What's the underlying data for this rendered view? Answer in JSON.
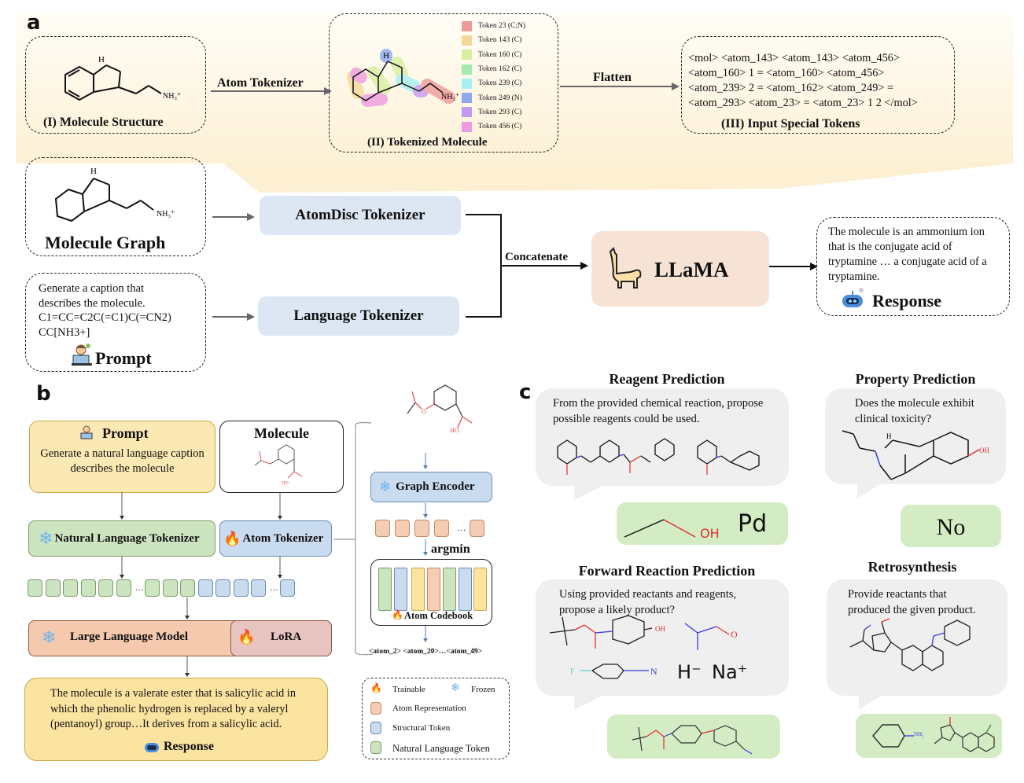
{
  "panels": {
    "a": "a",
    "b": "b",
    "c": "c"
  },
  "panel_a": {
    "molecule_structure_label": "(I) Molecule Structure",
    "atom_tokenizer_arrow_label": "Atom Tokenizer",
    "tokenized_molecule_label": "(II) Tokenized Molecule",
    "flatten_arrow_label": "Flatten",
    "input_special_tokens_label": "(III) Input Special Tokens",
    "nh3_label": "NH₃⁺",
    "nh_label": "H",
    "token_legend": [
      {
        "label": "Token 23 (C;N)",
        "color": "#ef9a9a"
      },
      {
        "label": "Token 143 (C)",
        "color": "#f5d899"
      },
      {
        "label": "Token 160 (C)",
        "color": "#d7f0a0"
      },
      {
        "label": "Token 162 (C)",
        "color": "#a5e8b0"
      },
      {
        "label": "Token 239 (C)",
        "color": "#a6f0f0"
      },
      {
        "label": "Token 249 (N)",
        "color": "#8fa8ee"
      },
      {
        "label": "Token 293 (C)",
        "color": "#c39af0"
      },
      {
        "label": "Token 456 (C)",
        "color": "#ee9ae0"
      }
    ],
    "special_tokens_lines": [
      "<mol> <atom_143> <atom_143> <atom_456>",
      "<atom_160> 1 = <atom_160> <atom_456>",
      "<atom_239> 2 = <atom_162> <atom_249> =",
      "<atom_293> <atom_23> = <atom_23> 1 2 </mol>"
    ],
    "molecule_graph_label": "Molecule Graph",
    "atomdisc_tokenizer_label": "AtomDisc Tokenizer",
    "language_tokenizer_label": "Language Tokenizer",
    "concatenate_label": "Concatenate",
    "llama_label": "LLaMA",
    "prompt_text_lines": [
      "Generate a caption that",
      "describes the molecule.",
      "C1=CC=C2C(=C1)C(=CN2)",
      "CC[NH3+]"
    ],
    "prompt_label": "Prompt",
    "response_text_lines": [
      "The molecule is an ammonium ion",
      "that is the conjugate acid of",
      "tryptamine … a conjugate acid of a",
      "tryptamine."
    ],
    "response_label": "Response"
  },
  "panel_b": {
    "prompt_title": "Prompt",
    "prompt_text_lines": [
      "Generate a natural language caption",
      "describes the molecule"
    ],
    "molecule_title": "Molecule",
    "nl_tokenizer_label": "Natural Language Tokenizer",
    "atom_tokenizer_label": "Atom Tokenizer",
    "llm_label": "Large Language Model",
    "lora_label": "LoRA",
    "response_text_lines": [
      "The molecule is a valerate ester that is salicylic acid in",
      "which the phenolic hydrogen is replaced by a valeryl",
      "(pentanoyl) group…It derives from a salicylic acid."
    ],
    "response_label": "Response",
    "graph_encoder_label": "Graph Encoder",
    "argmin_label": "argmin",
    "atom_codebook_label": "Atom Codebook",
    "output_tokens": "<atom_2> <atom_20>…<atom_49>",
    "ellipsis": "…",
    "ho_label": "HO",
    "o_label": "O",
    "legend": {
      "trainable": "Trainable",
      "frozen": "Frozen",
      "atom_representation": "Atom Representation",
      "structural_token": "Structural Token",
      "natural_language_token": "Natural Language Token"
    },
    "colors": {
      "prompt_bg": "#fbe9b4",
      "nl_token": "#cde4c1",
      "structural_token": "#c9dbef",
      "atom_repr": "#f4cdb4",
      "llm_bg": "#f4c9ae",
      "lora_bg": "#e8c4c0",
      "response_bg": "#fbe3a0"
    }
  },
  "panel_c": {
    "reagent": {
      "title": "Reagent Prediction",
      "question_lines": [
        "From the provided chemical reaction, propose",
        "possible reagents could be used."
      ],
      "answer_oh": "OH",
      "answer_pd": "Pd"
    },
    "property": {
      "title": "Property Prediction",
      "question_lines": [
        "Does the molecule exhibit",
        "clinical toxicity?"
      ],
      "answer": "No",
      "oh_label": "OH",
      "h_label": "H"
    },
    "forward": {
      "title": "Forward Reaction Prediction",
      "question_lines": [
        "Using provided reactants and reagents,",
        "propose a likely product?"
      ],
      "hydride": "H⁻",
      "sodium": "Na⁺",
      "oh_label": "OH",
      "f_label": "F",
      "n_label": "N",
      "o_label": "O"
    },
    "retro": {
      "title": "Retrosynthesis",
      "question_lines": [
        "Provide reactants that",
        "produced the given product."
      ],
      "nh2_label": "NH₂"
    }
  }
}
